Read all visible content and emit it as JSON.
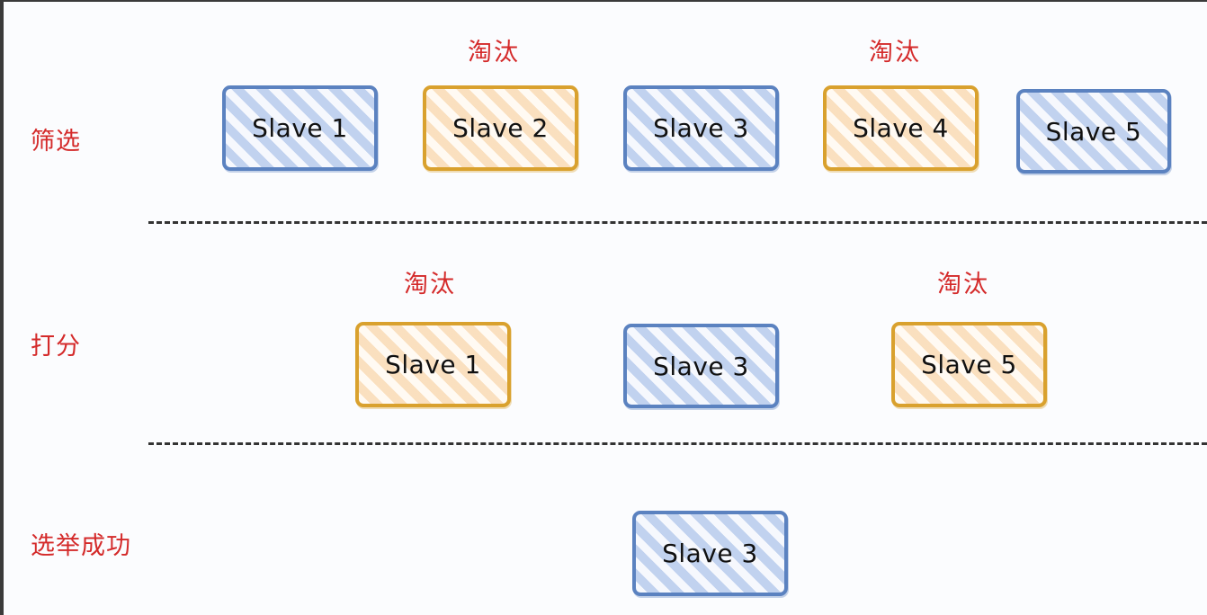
{
  "colors": {
    "label_red": "#d42a2a",
    "blue_border": "#5b82c0",
    "blue_hatch": "#bed0ee",
    "orange_border": "#d9a12e",
    "orange_hatch": "#fadebc",
    "divider": "#333333",
    "background": "#fbfcfe"
  },
  "stages": [
    {
      "label": "筛选",
      "nodes": [
        {
          "label": "Slave 1",
          "status": "kept",
          "color": "blue"
        },
        {
          "label": "Slave 2",
          "status": "eliminated",
          "color": "orange",
          "tag": "淘汰"
        },
        {
          "label": "Slave 3",
          "status": "kept",
          "color": "blue"
        },
        {
          "label": "Slave 4",
          "status": "eliminated",
          "color": "orange",
          "tag": "淘汰"
        },
        {
          "label": "Slave 5",
          "status": "kept",
          "color": "blue"
        }
      ]
    },
    {
      "label": "打分",
      "nodes": [
        {
          "label": "Slave 1",
          "status": "eliminated",
          "color": "orange",
          "tag": "淘汰"
        },
        {
          "label": "Slave 3",
          "status": "kept",
          "color": "blue"
        },
        {
          "label": "Slave 5",
          "status": "eliminated",
          "color": "orange",
          "tag": "淘汰"
        }
      ]
    },
    {
      "label": "选举成功",
      "nodes": [
        {
          "label": "Slave 3",
          "status": "elected",
          "color": "blue"
        }
      ]
    }
  ]
}
